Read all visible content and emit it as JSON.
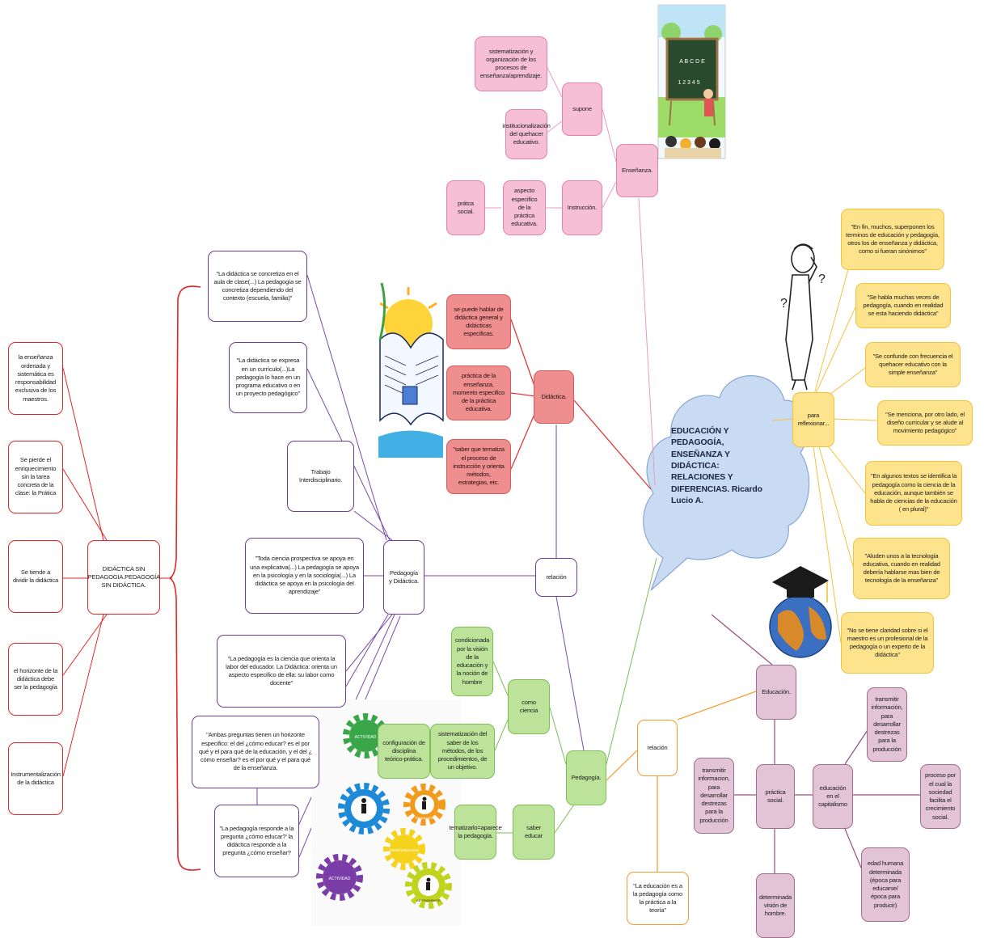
{
  "central": {
    "title": "EDUCACIÓN Y PEDAGOGÍA, ENSEÑANZA Y DIDÁCTICA: RELACIONES Y DIFERENCIAS. Ricardo Lucio A."
  },
  "ensenanza": {
    "root": "Enseñanza.",
    "supone": "supone",
    "supone_1": "sistematización y organización de los procesos de enseñanza/aprendizaje.",
    "supone_2": "institucionalización del quehacer educativo.",
    "instruccion": "Instrucción.",
    "instruccion_1": "aspecto especifico de la práctica educativa.",
    "practica_social": "prátca social."
  },
  "didactica": {
    "root": "Didáctica.",
    "item_1": "se puede hablar de didáctica general y didácticas especificas.",
    "item_2": "práctica de la enseñanza, momento especifico de la práctica educativa.",
    "item_3": "\"saber que tematiza el proceso de instrucción y orienta métodos, estrategias, etc."
  },
  "reflexionar": {
    "root": "para reflexionar...",
    "quote_1": "\"En fin, muchos, superponen los terminos de educación y pedagogía, otros los de enseñanza y didáctica, como si fueran sinónimos\"",
    "quote_2": "\"Se habla muchas veces de pedagogía, cuando en realidad se esta haciendo didáctica\"",
    "quote_3": "\"Se confunde con frecuencia el quehacer educativo con la simple enseñanza\"",
    "quote_4": "\"Se menciona, por otro lado, el diseño curricular y se alude al movimiento pedagógico\"",
    "quote_5": "\"En algunos textos se identifica la pedagogía como la ciencia de la educación, aunque también se habla de ciencias de la educación ( en plural)\"",
    "quote_6": "\"Aluden unos a la tecnología educativa, cuando en realidad debería hablarse mas bien de tecnología de la enseñanza\"",
    "quote_7": "\"No se tiene claridad sobre si el maestro es un profesional de la pedagogía o un experto de la didáctica\""
  },
  "ped_did": {
    "root": "Pedagogía y Didáctica.",
    "relacion": "relación",
    "quote_1": "\"La didáctica se concretiza en el aula de clase(...) La pedagogía se concretiza dependiendo del contexto (escuela, familia)\"",
    "quote_2": "\"La didáctica se expresa en un currículo(...)La pedagogía lo hace en un programa educativo o en un proyecto pedagógico\"",
    "quote_3": "Trabajo Interdisciplinario.",
    "quote_4": "\"Toda ciencia prospectiva se apoya en una explicativa(...) La pedagogía se apoya en la psicología y en la sociología(...) La didáctica se apoya en la psicología del aprendizaje\"",
    "quote_5": "\"La pedagogía es la ciencia que orienta la labor del educador. La Didáctica: orienta un aspecto especifico de ella: su labor como docente\"",
    "quote_6": "\"Ambas preguntas tienen un horizonte especifico: el del ¿cómo educar? es el por qué y el para qué de la educación, y el del ¿ cómo enseñar? es el por qué y el para qué de la enseñanza.",
    "quote_7": "\"La pedagogía responde a la pregunta ¿cómo educar?' la didáctica responde a la pregunta ¿cómo enseñar?"
  },
  "sin": {
    "root": "DIDÁCTICA SIN PEDAGOGIA.PEDAGOGÍA SIN DIDÁCTICA.",
    "item_1": "la enseñanza ordenada y sistemática es responsabilidad exclusiva de los maestros.",
    "item_2": "Se pierde el enriquecimiento sin la tarea concreta de la clase: la Prática",
    "item_3": "Se tiende a dividir la didáctica",
    "item_4": "el horizonte de la didáctica debe ser la pedagogía",
    "item_5": "Instrumentalización de la didáctica"
  },
  "pedagogia": {
    "root": "Pedagogía.",
    "como_ciencia": "como ciencia",
    "condicionada": "condicionada por la visión de la educación y la noción de hombre",
    "sistematizacion": "sistematización del saber de los métodos, de los procedimientos, de un objetivo.",
    "configuracion": "configuración de disciplina teórico-prática.",
    "saber_educar": "saber educar",
    "tematizarlo": "tematizarlo=aparece la pedagogía."
  },
  "educacion": {
    "root": "Educación.",
    "relacion": "relación",
    "relacion_quote": "\"La educación es a la pedagogía como la práctica a la teoría\"",
    "practica_social": "práctica social.",
    "transmitir_1": "transmitir informacion, para desarrollar destrezas para la producción",
    "vision_hombre": "determinada visión de hombre.",
    "capitalismo": "educación en el capitalismo",
    "cap_1": "transmitir información, para desarrollar destrezas para la producción",
    "cap_2": "proceso por el cual la sociedad facilita el crecimiento social.",
    "cap_3": "edad humana determinada (época para educarse/época para producir)"
  },
  "images": {
    "chalkboard_letters": "A B C D E",
    "chalkboard_numbers": "1 2 3 4 5",
    "gear_1": "ACTIVIDAD",
    "gear_2": "ENSEÑABILIDAD",
    "gear_3": "TRANSMITIR",
    "gear_4": "SE TRANSMITE",
    "gear_5": "ACTIVIDAD"
  },
  "colors": {
    "pink": "#f7bfd5",
    "salmon": "#ee8e8e",
    "red": "#e22525",
    "purple": "#6c3c9a",
    "green": "#bde39a",
    "yellow": "#fde38c",
    "mauve": "#e3c3d6",
    "orange": "#f59a2c",
    "cloud": "#c9dbf2"
  }
}
